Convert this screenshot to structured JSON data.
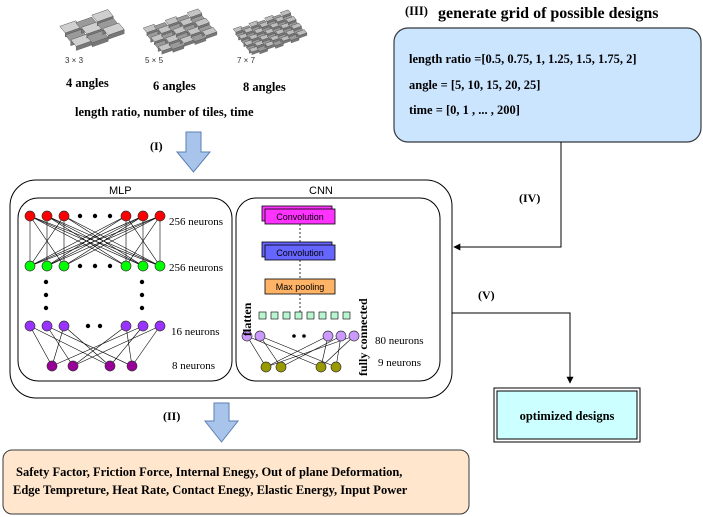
{
  "header": {
    "tiles": [
      {
        "size_label": "3 × 3",
        "angles_label": "4 angles"
      },
      {
        "size_label": "5 × 5",
        "angles_label": "6 angles"
      },
      {
        "size_label": "7 × 7",
        "angles_label": "8 angles"
      }
    ],
    "inputs_label": "length ratio, number of tiles, time"
  },
  "grid": {
    "step_label": "(III)",
    "title": "generate grid of possible designs",
    "lines": [
      "length ratio =[0.5,  0.75, 1, 1.25, 1.5,  1.75, 2]",
      "angle = [5, 10, 15, 20, 25]",
      "time = [0, 1 , ... , 200]"
    ]
  },
  "steps": {
    "i": "(I)",
    "ii": "(II)",
    "iv": "(IV)",
    "v": "(V)"
  },
  "mlp": {
    "title": "MLP",
    "layer_labels": [
      "256 neurons",
      "256 neurons",
      "16 neurons",
      "8 neurons"
    ]
  },
  "cnn": {
    "title": "CNN",
    "blocks": [
      "Convolution",
      "Convolution",
      "Max pooling"
    ],
    "flatten_label": "flatten",
    "fc_label": "fully connected",
    "layer_labels": [
      "80 neurons",
      "9 neurons"
    ]
  },
  "output_box": {
    "label": "optimized designs"
  },
  "targets": {
    "lines": [
      "Safety Factor, Friction Force,  Internal Enegy, Out of plane Deformation,",
      "Edge Tempreture, Heat Rate, Contact Enegy,  Elastic Energy,  Input Power"
    ]
  },
  "colors": {
    "grid_box": "#cce5ff",
    "output_box": "#ccffff",
    "target_box": "#ffe6cc",
    "arrow_fill": "#a9c4eb",
    "node_red": "#ff0000",
    "node_green": "#00ff00",
    "node_purple": "#9933ff",
    "node_darkpurple": "#990099",
    "node_lilac": "#cc99ff",
    "node_olive": "#999900",
    "conv1": "#ff33ff",
    "conv2": "#6666ff",
    "pool": "#ffb366",
    "flat": "#b9f5d0"
  }
}
